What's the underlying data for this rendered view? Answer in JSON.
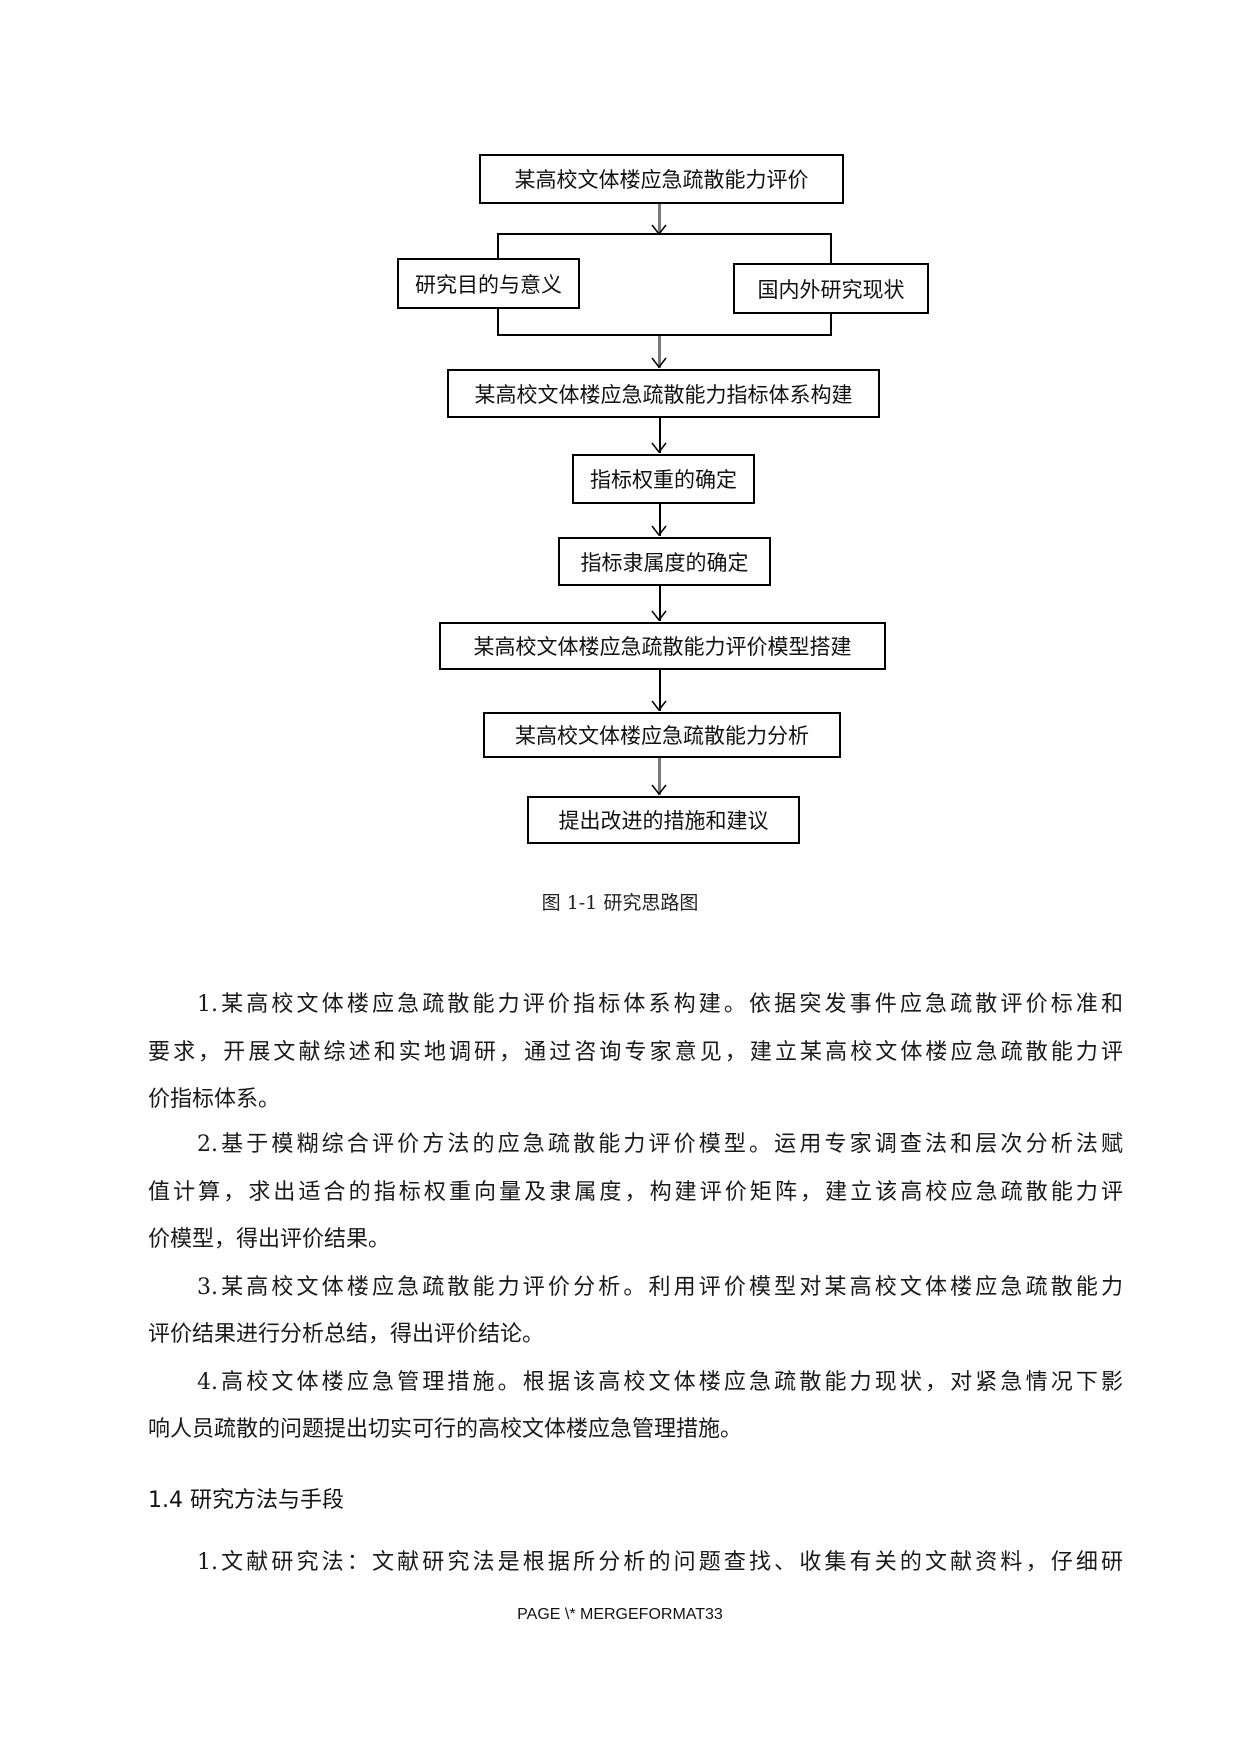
{
  "flowchart": {
    "boxes": [
      "某高校文体楼应急疏散能力评价",
      "研究目的与意义",
      "国内外研究现状",
      "某高校文体楼应急疏散能力指标体系构建",
      "指标权重的确定",
      "指标隶属度的确定",
      "某高校文体楼应急疏散能力评价模型搭建",
      "某高校文体楼应急疏散能力分析",
      "提出改进的措施和建议"
    ],
    "caption": "图 1-1 研究思路图"
  },
  "body": {
    "lines": [
      "1.某高校文体楼应急疏散能力评价指标体系构建。依据突发事件应急疏散评价标准和",
      "要求，开展文献综述和实地调研，通过咨询专家意见，建立某高校文体楼应急疏散能力评",
      "价指标体系。",
      "2.基于模糊综合评价方法的应急疏散能力评价模型。运用专家调查法和层次分析法赋",
      "值计算，求出适合的指标权重向量及隶属度，构建评价矩阵，建立该高校应急疏散能力评",
      "价模型，得出评价结果。",
      "3.某高校文体楼应急疏散能力评价分析。利用评价模型对某高校文体楼应急疏散能力",
      "评价结果进行分析总结，得出评价结论。",
      "4.高校文体楼应急管理措施。根据该高校文体楼应急疏散能力现状，对紧急情况下影",
      "响人员疏散的问题提出切实可行的高校文体楼应急管理措施。"
    ],
    "heading": "1.4 研究方法与手段",
    "last_paragraph_line": "1.文献研究法：文献研究法是根据所分析的问题查找、收集有关的文献资料，仔细研"
  },
  "footer": {
    "page_field": "PAGE   \\* MERGEFORMAT33"
  }
}
